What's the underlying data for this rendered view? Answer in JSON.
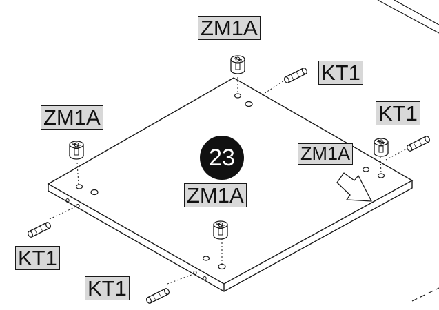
{
  "step": {
    "number": "23"
  },
  "labels": {
    "top_cam": "ZM1A",
    "left_cam": "ZM1A",
    "center_cam": "ZM1A",
    "right_cam": "ZM1A",
    "top_dowel": "KT1",
    "right_dowel": "KT1",
    "left_dowel": "KT1",
    "bottom_dowel": "KT1"
  },
  "colors": {
    "line": "#1a1a1a",
    "label_fill": "#d8d8d8",
    "badge": "#111111"
  },
  "icons": [
    "cam-lock-fitting-icon",
    "wooden-dowel-icon",
    "direction-arrow-icon"
  ]
}
